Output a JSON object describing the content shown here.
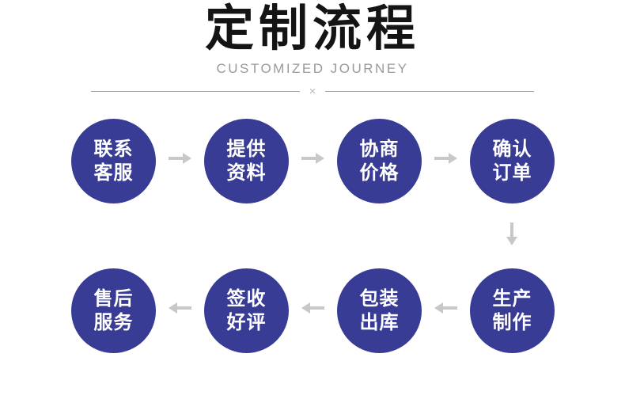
{
  "header": {
    "title": "定制流程",
    "subtitle": "CUSTOMIZED JOURNEY",
    "divider_mark": "×"
  },
  "colors": {
    "circle_fill": "#383c95",
    "circle_text": "#ffffff",
    "arrow": "#c8c8c8",
    "title_text": "#141414",
    "subtitle_text": "#9a9a9a",
    "divider_line": "#a5a5a5"
  },
  "flow": {
    "row1": [
      {
        "label": "联系客服",
        "lines": [
          "联系",
          "客服"
        ]
      },
      {
        "label": "提供资料",
        "lines": [
          "提供",
          "资料"
        ]
      },
      {
        "label": "协商价格",
        "lines": [
          "协商",
          "价格"
        ]
      },
      {
        "label": "确认订单",
        "lines": [
          "确认",
          "订单"
        ]
      }
    ],
    "row2": [
      {
        "label": "售后服务",
        "lines": [
          "售后",
          "服务"
        ]
      },
      {
        "label": "签收好评",
        "lines": [
          "签收",
          "好评"
        ]
      },
      {
        "label": "包装出库",
        "lines": [
          "包装",
          "出库"
        ]
      },
      {
        "label": "生产制作",
        "lines": [
          "生产",
          "制作"
        ]
      }
    ]
  }
}
